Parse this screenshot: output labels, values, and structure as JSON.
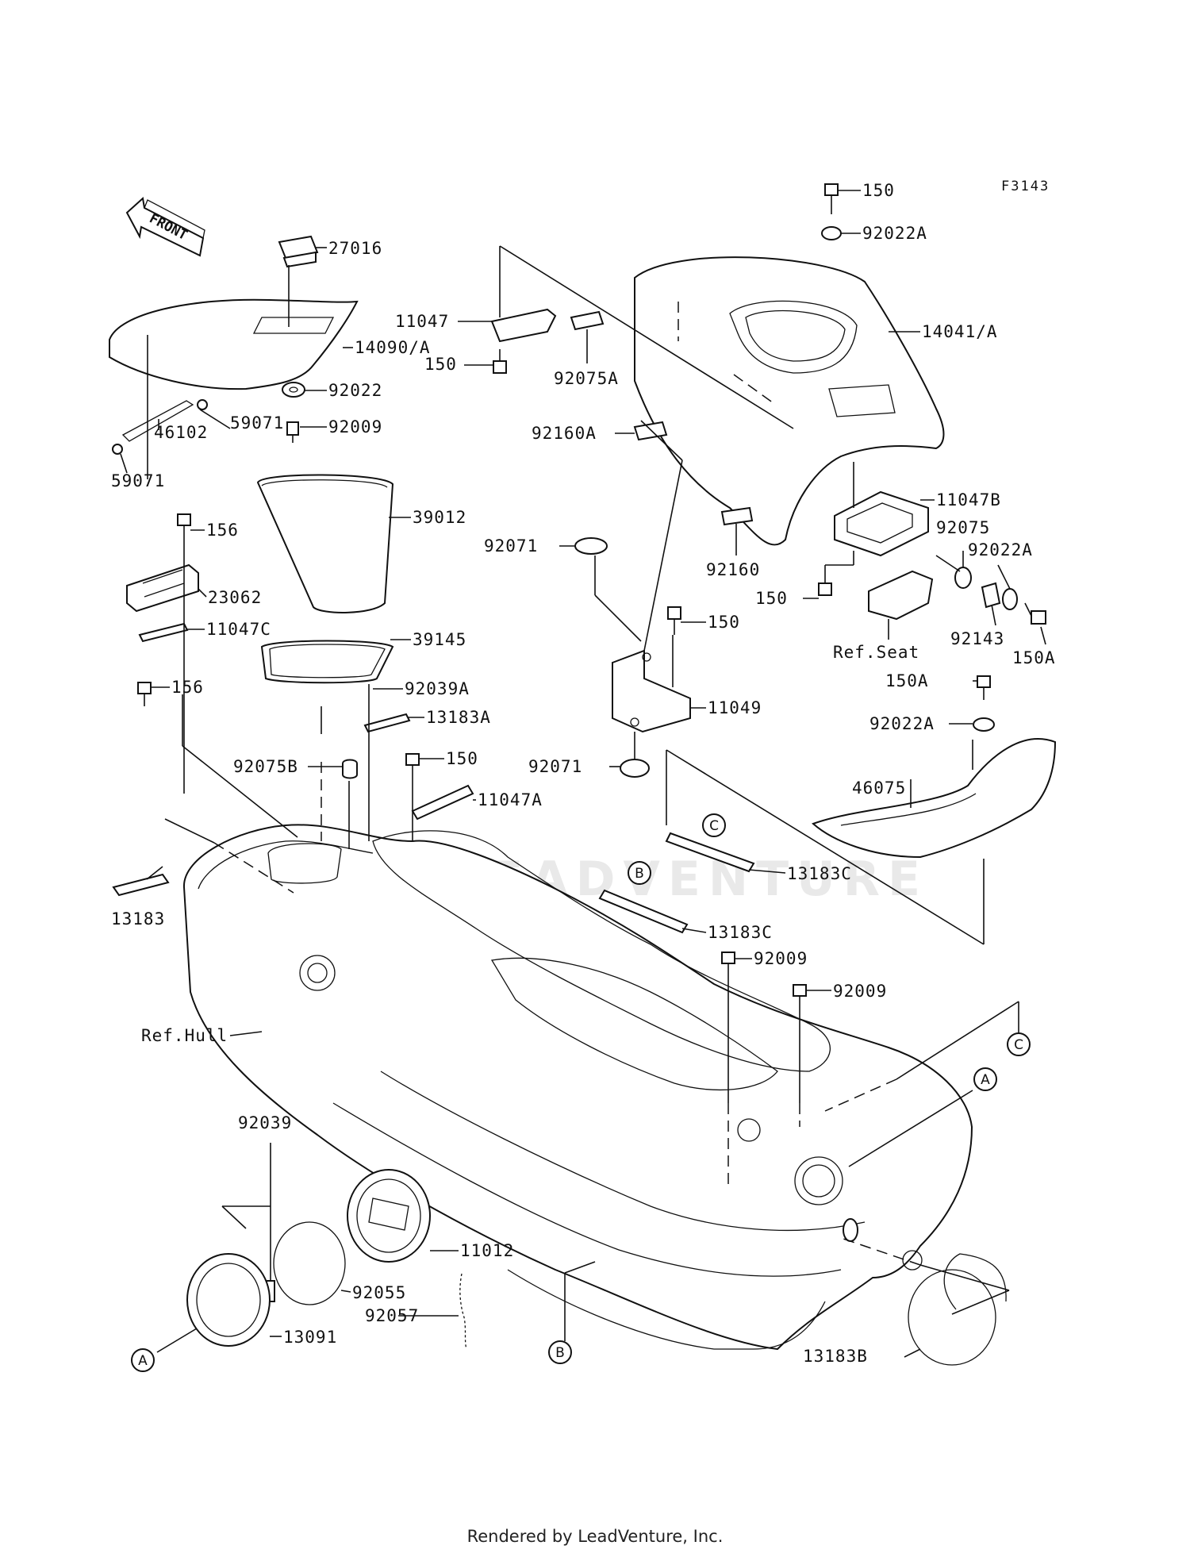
{
  "figure_code": "F3143",
  "front_label": "FRONT",
  "watermark": "LEADVENTURE",
  "footer": "Rendered by LeadVenture, Inc.",
  "parts": [
    {
      "id": "27016"
    },
    {
      "id": "14090/A"
    },
    {
      "id": "92022"
    },
    {
      "id": "92009"
    },
    {
      "id": "46102"
    },
    {
      "id": "59071"
    },
    {
      "id": "59071"
    },
    {
      "id": "39012"
    },
    {
      "id": "156"
    },
    {
      "id": "23062"
    },
    {
      "id": "11047C"
    },
    {
      "id": "39145"
    },
    {
      "id": "156"
    },
    {
      "id": "92039A"
    },
    {
      "id": "13183A"
    },
    {
      "id": "92075B"
    },
    {
      "id": "150"
    },
    {
      "id": "11047A"
    },
    {
      "id": "13183"
    },
    {
      "id": "11047"
    },
    {
      "id": "150"
    },
    {
      "id": "92075A"
    },
    {
      "id": "92160A"
    },
    {
      "id": "92071"
    },
    {
      "id": "150"
    },
    {
      "id": "11049"
    },
    {
      "id": "92071"
    },
    {
      "id": "92160"
    },
    {
      "id": "150"
    },
    {
      "id": "92022A"
    },
    {
      "id": "14041/A"
    },
    {
      "id": "11047B"
    },
    {
      "id": "92075"
    },
    {
      "id": "92022A"
    },
    {
      "id": "150"
    },
    {
      "id": "92143"
    },
    {
      "id": "150A"
    },
    {
      "id": "Ref.Seat"
    },
    {
      "id": "150A"
    },
    {
      "id": "92022A"
    },
    {
      "id": "46075"
    },
    {
      "id": "13183C"
    },
    {
      "id": "13183C"
    },
    {
      "id": "92009"
    },
    {
      "id": "92009"
    },
    {
      "id": "Ref.Hull"
    },
    {
      "id": "92039"
    },
    {
      "id": "11012"
    },
    {
      "id": "92055"
    },
    {
      "id": "92057"
    },
    {
      "id": "13091"
    },
    {
      "id": "13183B"
    }
  ],
  "callouts": [
    "A",
    "A",
    "B",
    "B",
    "C",
    "C"
  ]
}
